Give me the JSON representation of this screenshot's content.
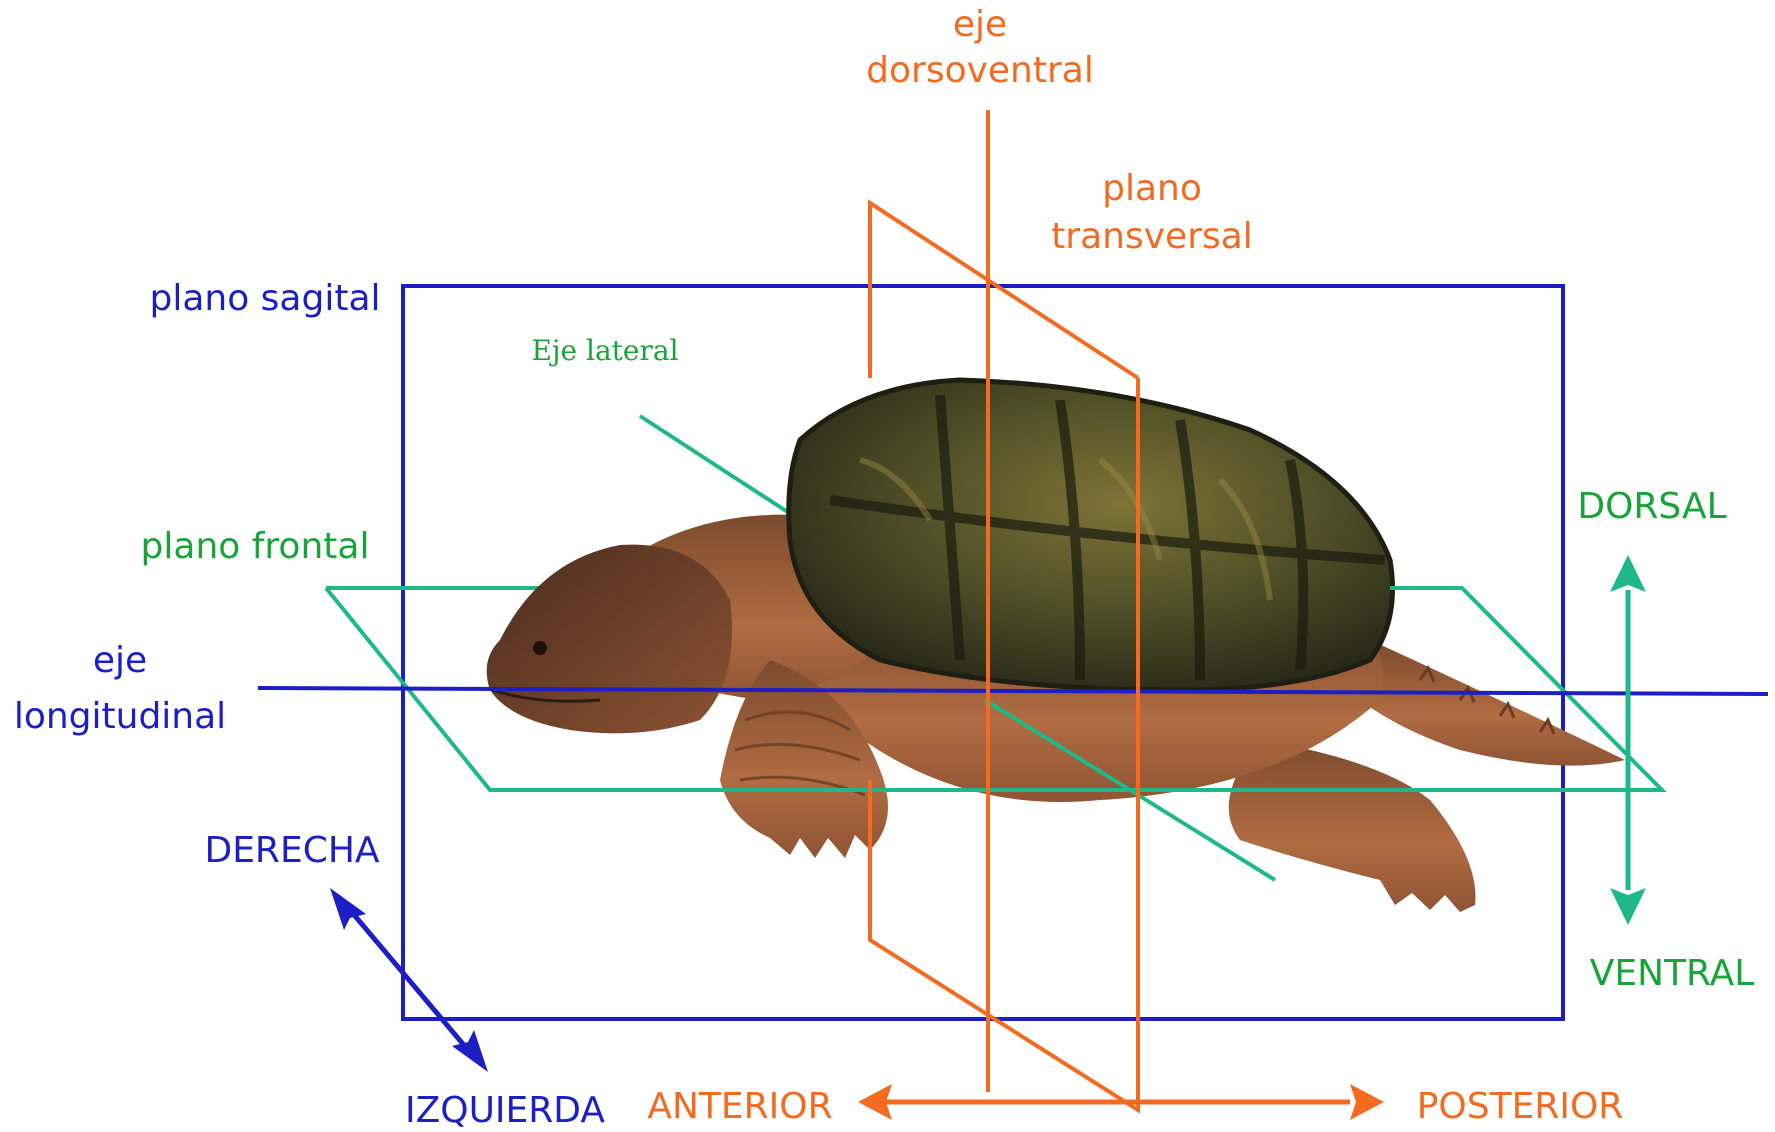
{
  "labels": {
    "eje_dorsoventral_line1": "eje",
    "eje_dorsoventral_line2": "dorsoventral",
    "plano_transversal_line1": "plano",
    "plano_transversal_line2": "transversal",
    "plano_sagital": "plano sagital",
    "eje_lateral": "Eje lateral",
    "plano_frontal": "plano frontal",
    "eje_longitudinal_line1": "eje",
    "eje_longitudinal_line2": "longitudinal",
    "derecha": "DERECHA",
    "izquierda": "IZQUIERDA",
    "anterior": "ANTERIOR",
    "posterior": "POSTERIOR",
    "dorsal": "DORSAL",
    "ventral": "VENTRAL"
  },
  "colors": {
    "blue": "#1d1fc4",
    "orange": "#f26b21",
    "green": "#1fb889",
    "label_green": "#19a43a",
    "shell_dark": "#2f3220",
    "shell_mid": "#5b5a2c",
    "skin": "#a8623a",
    "skin_dark": "#6a3b22"
  }
}
